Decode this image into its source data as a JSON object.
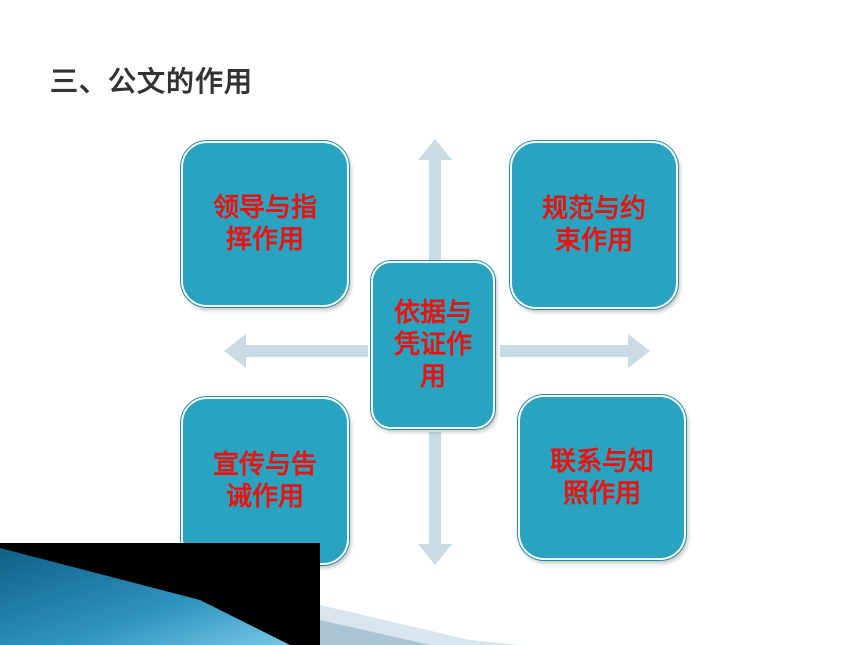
{
  "slide": {
    "title": "三、公文的作用"
  },
  "diagram": {
    "center": {
      "label": "依据与凭证作用"
    },
    "top_left": {
      "label": "领导与指挥作用"
    },
    "top_right": {
      "label": "规范与约束作用"
    },
    "bottom_left": {
      "label": "宣传与告诫作用"
    },
    "bottom_right": {
      "label": "联系与知照作用"
    }
  },
  "colors": {
    "box_fill": "#2aa3c0",
    "box_text": "#e8140f",
    "arrow": "#c9dbe5",
    "title": "#333333",
    "decor_dark": "#000000",
    "decor_blue": "#2f94c0"
  }
}
